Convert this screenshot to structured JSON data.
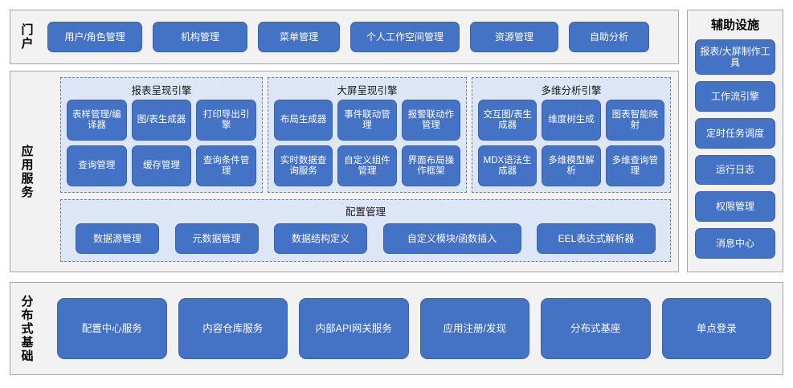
{
  "theme": {
    "button_fill": "#4472c4",
    "button_border": "#3a63ae",
    "panel_bg": "#f2f2f2",
    "panel_border": "#a6a6a6",
    "group_bg": "#dce6f7",
    "group_border": "#6b7f99",
    "text_on_button": "#ffffff",
    "caption_color": "#000000"
  },
  "portal": {
    "caption": "门户",
    "caption_chars": [
      "门",
      "户"
    ],
    "items": [
      {
        "label": "用户/角色管理"
      },
      {
        "label": "机构管理"
      },
      {
        "label": "菜单管理"
      },
      {
        "label": "个人工作空间管理"
      },
      {
        "label": "资源管理"
      },
      {
        "label": "自助分析"
      }
    ]
  },
  "aux": {
    "title": "辅助设施",
    "items": [
      {
        "label": "报表/大屏制作工具"
      },
      {
        "label": "工作流引擎"
      },
      {
        "label": "定时任务调度"
      },
      {
        "label": "运行日志"
      },
      {
        "label": "权限管理"
      },
      {
        "label": "消息中心"
      }
    ]
  },
  "app_services": {
    "caption": "应用服务",
    "caption_chars": [
      "应",
      "用",
      "服",
      "务"
    ],
    "engines": [
      {
        "title": "报表呈现引擎",
        "items": [
          {
            "label": "表样管理/编译器"
          },
          {
            "label": "图/表生成器"
          },
          {
            "label": "打印导出引擎"
          },
          {
            "label": "查询管理"
          },
          {
            "label": "缓存管理"
          },
          {
            "label": "查询条件管理"
          }
        ]
      },
      {
        "title": "大屏呈现引擎",
        "items": [
          {
            "label": "布局生成器"
          },
          {
            "label": "事件联动管理"
          },
          {
            "label": "报警联动作管理"
          },
          {
            "label": "实时数据查询服务"
          },
          {
            "label": "自定义组件管理"
          },
          {
            "label": "界面布局操作框架"
          }
        ]
      },
      {
        "title": "多维分析引擎",
        "items": [
          {
            "label": "交互图/表生成器"
          },
          {
            "label": "维度树生成"
          },
          {
            "label": "图表智能映射"
          },
          {
            "label": "MDX语法生成器"
          },
          {
            "label": "多维模型解析"
          },
          {
            "label": "多维查询管理"
          }
        ]
      }
    ],
    "config": {
      "title": "配置管理",
      "items": [
        {
          "label": "数据源管理"
        },
        {
          "label": "元数据管理"
        },
        {
          "label": "数据结构定义"
        },
        {
          "label": "自定义模块/函数插入"
        },
        {
          "label": "EEL表达式解析器"
        }
      ]
    }
  },
  "distributed": {
    "caption": "分布式基础",
    "caption_chars": [
      "分",
      "布",
      "式",
      "基",
      "础"
    ],
    "items": [
      {
        "label": "配置中心服务"
      },
      {
        "label": "内容仓库服务"
      },
      {
        "label": "内部API网关服务"
      },
      {
        "label": "应用注册/发现"
      },
      {
        "label": "分布式基座"
      },
      {
        "label": "单点登录"
      }
    ]
  }
}
